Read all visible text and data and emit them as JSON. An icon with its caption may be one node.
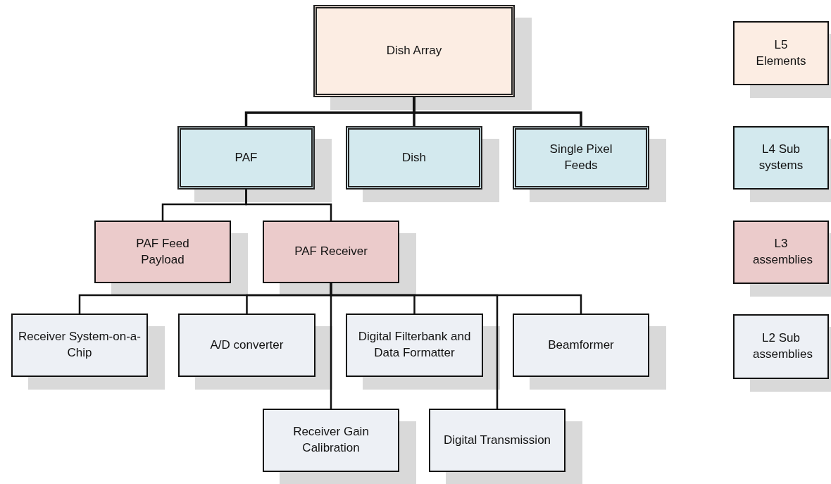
{
  "diagram": {
    "nodes": [
      {
        "text": [
          "Dish Array"
        ]
      },
      {
        "text": [
          "PAF"
        ]
      },
      {
        "text": [
          "Dish"
        ]
      },
      {
        "text": [
          "Single Pixel Feeds"
        ]
      },
      {
        "text": [
          "PAF Feed Payload"
        ]
      },
      {
        "text": [
          "PAF Receiver"
        ]
      },
      {
        "text": [
          "Receiver System-on-a-Chip"
        ]
      },
      {
        "text": [
          "A/D converter"
        ]
      },
      {
        "text": [
          "Digital Filterbank and Data Formatter"
        ]
      },
      {
        "text": [
          "Beamformer"
        ]
      },
      {
        "text": [
          "Receiver Gain Calibration"
        ]
      },
      {
        "text": [
          "Digital Transmission"
        ]
      }
    ],
    "edges": [
      {
        "from": 0,
        "to": 1,
        "arrow": "none"
      },
      {
        "from": 0,
        "to": 2,
        "arrow": "none"
      },
      {
        "from": 0,
        "to": 3,
        "arrow": "none"
      },
      {
        "from": 1,
        "to": 4,
        "arrow": "none"
      },
      {
        "from": 1,
        "to": 5,
        "arrow": "none"
      },
      {
        "from": 5,
        "to": 6,
        "arrow": "none"
      },
      {
        "from": 5,
        "to": 7,
        "arrow": "none"
      },
      {
        "from": 5,
        "to": 8,
        "arrow": "none"
      },
      {
        "from": 5,
        "to": 9,
        "arrow": "none"
      },
      {
        "from": 5,
        "to": 10,
        "arrow": "none"
      },
      {
        "from": 5,
        "to": 11,
        "arrow": "none"
      }
    ],
    "legend": [
      {
        "text": "L5 Elements",
        "color": "#fcede3"
      },
      {
        "text": "L4 Sub systems",
        "color": "#d3e9ee"
      },
      {
        "text": "L3 assemblies",
        "color": "#ebcbcb"
      },
      {
        "text": "L2 Sub assemblies",
        "color": "#edf0f5"
      }
    ]
  }
}
